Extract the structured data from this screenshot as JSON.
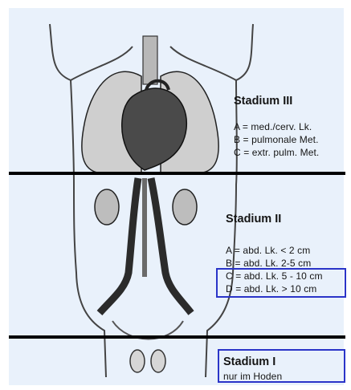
{
  "stages": [
    {
      "title": "Stadium III",
      "items": [
        "A = med./cerv. Lk.",
        "B = pulmonale Met.",
        "C = extr. pulm. Met."
      ]
    },
    {
      "title": "Stadium II",
      "items": [
        "A = abd. Lk. < 2 cm",
        "B = abd. Lk. 2-5 cm",
        "C = abd. Lk. 5 - 10 cm",
        "D = abd. Lk. > 10 cm"
      ]
    },
    {
      "title": "Stadium I",
      "subtitle": "nur im Hoden"
    }
  ],
  "colors": {
    "panel_background": "#e9f1fb",
    "highlight_border": "#2a34c8",
    "divider": "#000000"
  }
}
